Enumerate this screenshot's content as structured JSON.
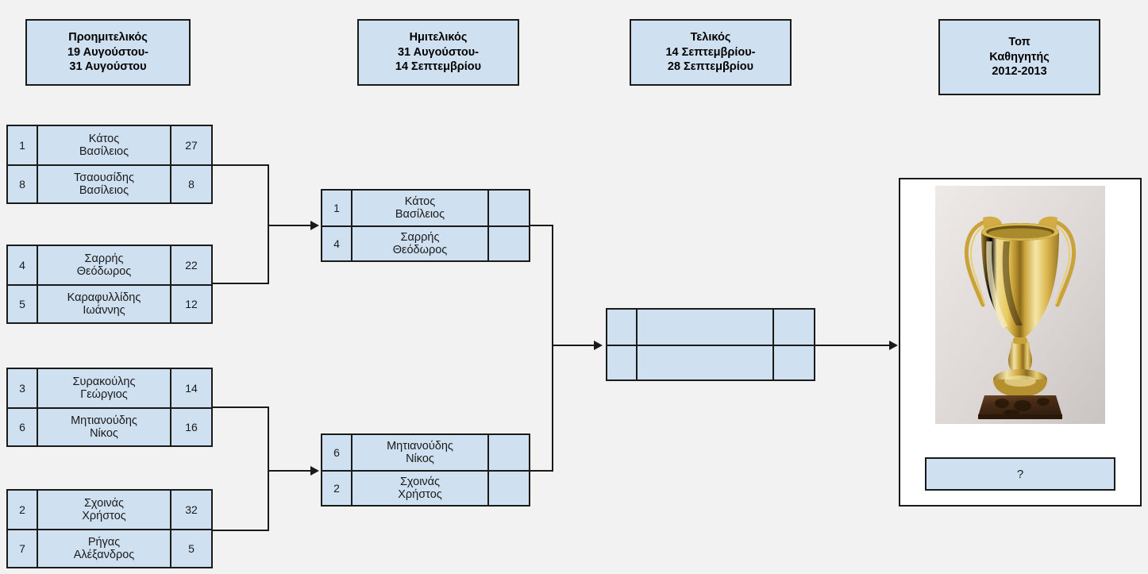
{
  "page": {
    "background_color": "#f2f2f2",
    "box_fill_color": "#cfe0f0",
    "border_color": "#1a1a1a"
  },
  "round_headers": [
    {
      "title": "Προημιτελικός",
      "date_from": "19 Αυγούστου-",
      "date_to": "31 Αυγούστου"
    },
    {
      "title": "Ημιτελικός",
      "date_from": "31 Αυγούστου-",
      "date_to": "14 Σεπτεμβρίου"
    },
    {
      "title": "Τελικός",
      "date_from": "14 Σεπτεμβρίου-",
      "date_to": "28 Σεπτεμβρίου"
    },
    {
      "title": "Τοπ",
      "date_from": "Καθηγητής",
      "date_to": "2012-2013"
    }
  ],
  "quarterfinals": [
    {
      "top": {
        "seed": "1",
        "last": "Κάτος",
        "first": "Βασίλειος",
        "score": "27"
      },
      "bottom": {
        "seed": "8",
        "last": "Τσαουσίδης",
        "first": "Βασίλειος",
        "score": "8"
      }
    },
    {
      "top": {
        "seed": "4",
        "last": "Σαρρής",
        "first": "Θεόδωρος",
        "score": "22"
      },
      "bottom": {
        "seed": "5",
        "last": "Καραφυλλίδης",
        "first": "Ιωάννης",
        "score": "12"
      }
    },
    {
      "top": {
        "seed": "3",
        "last": "Συρακούλης",
        "first": "Γεώργιος",
        "score": "14"
      },
      "bottom": {
        "seed": "6",
        "last": "Μητιανούδης",
        "first": "Νίκος",
        "score": "16"
      }
    },
    {
      "top": {
        "seed": "2",
        "last": "Σχοινάς",
        "first": "Χρήστος",
        "score": "32"
      },
      "bottom": {
        "seed": "7",
        "last": "Ρήγας",
        "first": "Αλέξανδρος",
        "score": "5"
      }
    }
  ],
  "semifinals": [
    {
      "top": {
        "seed": "1",
        "last": "Κάτος",
        "first": "Βασίλειος",
        "score": ""
      },
      "bottom": {
        "seed": "4",
        "last": "Σαρρής",
        "first": "Θεόδωρος",
        "score": ""
      }
    },
    {
      "top": {
        "seed": "6",
        "last": "Μητιανούδης",
        "first": "Νίκος",
        "score": ""
      },
      "bottom": {
        "seed": "2",
        "last": "Σχοινάς",
        "first": "Χρήστος",
        "score": ""
      }
    }
  ],
  "final": {
    "top": {
      "seed": "",
      "last": "",
      "first": "",
      "score": ""
    },
    "bottom": {
      "seed": "",
      "last": "",
      "first": "",
      "score": ""
    }
  },
  "winner": {
    "trophy_alt": "trophy-image",
    "slot_label": "?"
  }
}
